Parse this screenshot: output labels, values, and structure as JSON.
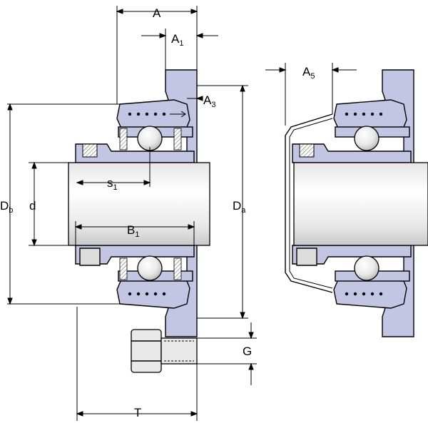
{
  "diagram": {
    "labels": {
      "A": "A",
      "A1": "A",
      "A1_sub": "1",
      "A3": "A",
      "A3_sub": "3",
      "A5": "A",
      "A5_sub": "5",
      "Db": "D",
      "Db_sub": "b",
      "d": "d",
      "Da": "D",
      "Da_sub": "a",
      "s1": "s",
      "s1_sub": "1",
      "B1": "B",
      "B1_sub": "1",
      "G": "G",
      "T": "T"
    },
    "colors": {
      "housing": "#c2c6e2",
      "shaft_light": "#f4f4f4",
      "shaft_dark": "#cfcfcf",
      "line": "#000000"
    },
    "icons": [
      "ball-bearing-icon",
      "grease-nipple-icon",
      "bolt-icon"
    ]
  }
}
